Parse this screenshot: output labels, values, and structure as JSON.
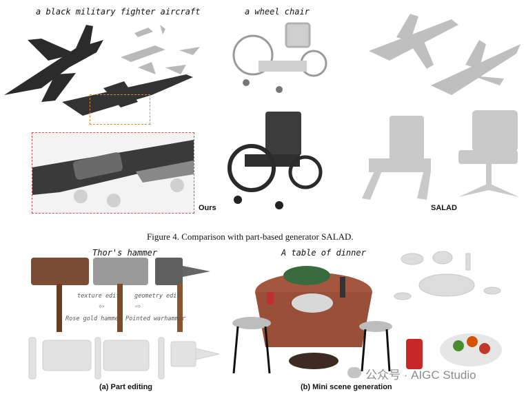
{
  "figure4": {
    "prompt_aircraft": "a black military fighter aircraft",
    "prompt_wheelchair": "a wheel chair",
    "label_ours": "Ours",
    "label_salad": "SALAD",
    "caption": "Figure 4. Comparison with part-based generator SALAD."
  },
  "bottom": {
    "prompt_hammer": "Thor's hammer",
    "prompt_table": "A table of dinner",
    "texture_edit": "texture edit",
    "geometry_edit": "geometry edit",
    "rose_gold": "Rose gold hammer",
    "pointed": "Pointed warhammer",
    "sub_a": "(a) Part editing",
    "sub_b": "(b) Mini scene generation"
  },
  "watermark": "公众号 · AIGC Studio",
  "colors": {
    "highlight_dashed": "#e08a2a",
    "zoom_dashed": "#d9534f"
  }
}
